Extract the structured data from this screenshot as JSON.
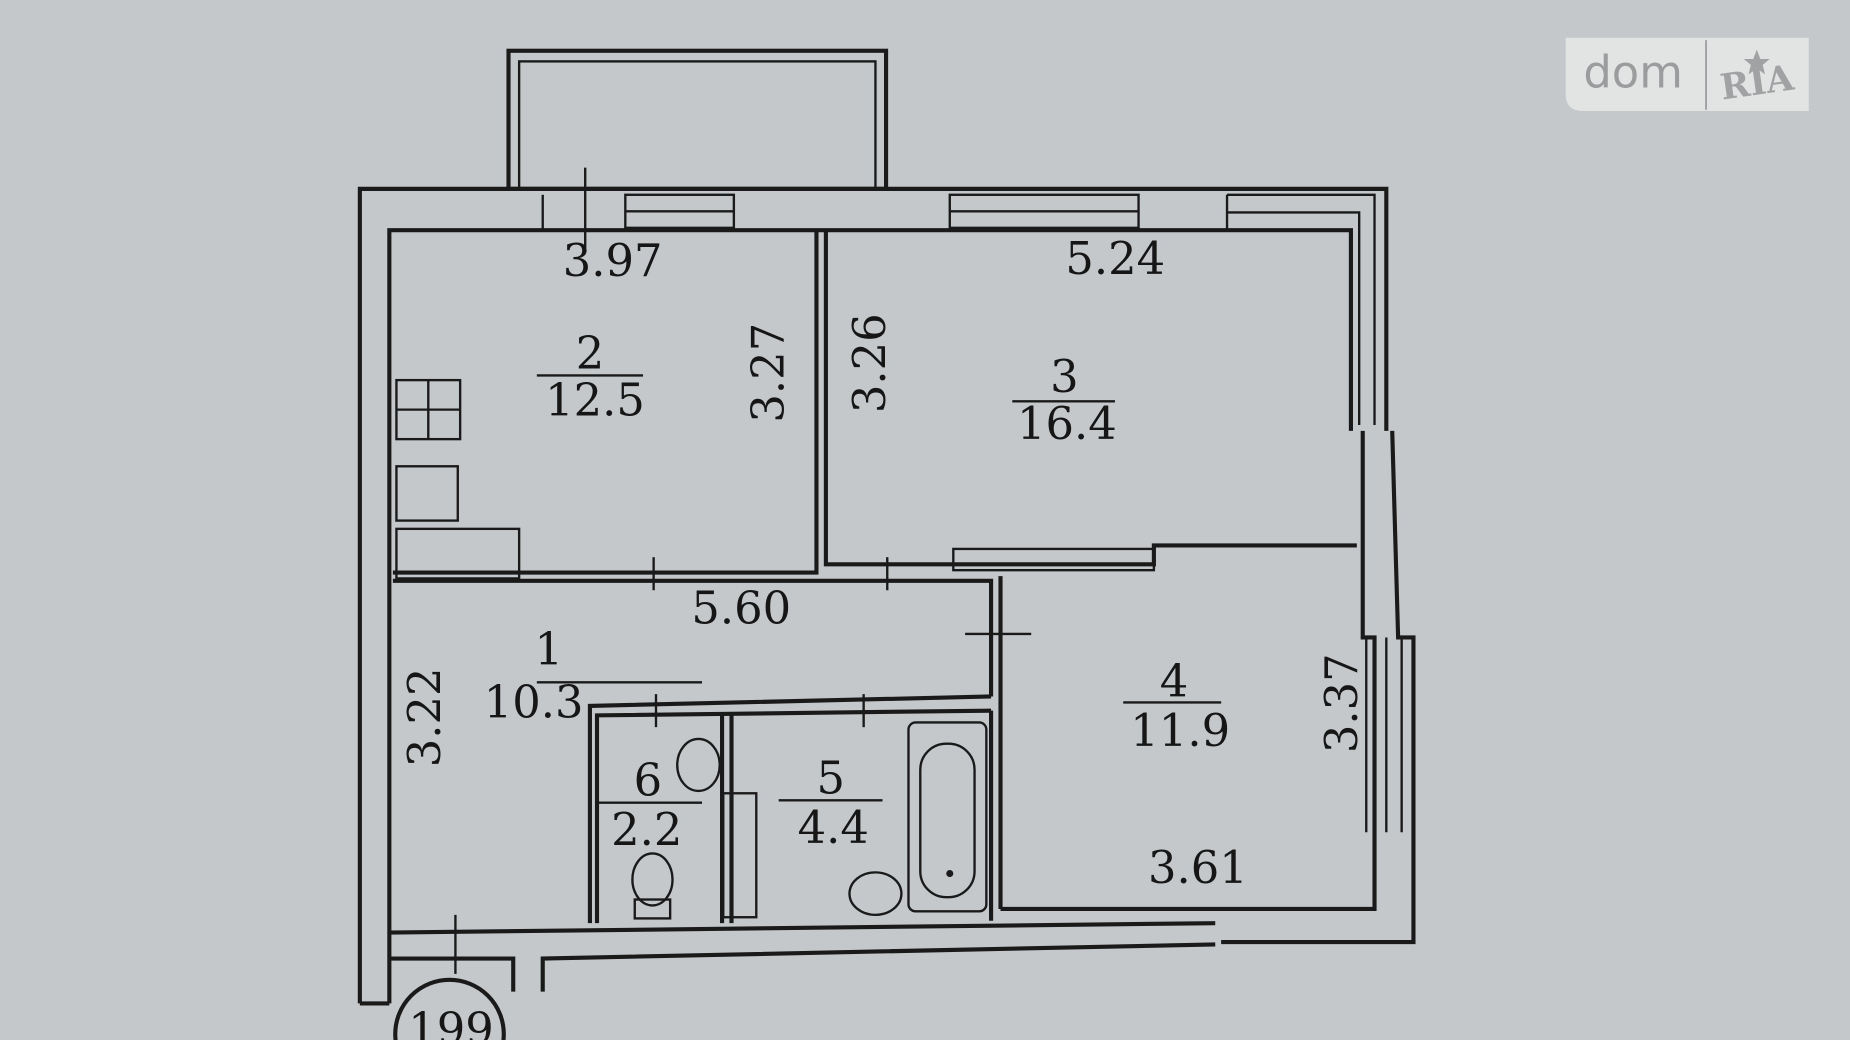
{
  "logo": {
    "left": "dom",
    "right": "RIA"
  },
  "rooms": [
    {
      "number": "1",
      "area": "10.3"
    },
    {
      "number": "2",
      "area": "12.5"
    },
    {
      "number": "3",
      "area": "16.4"
    },
    {
      "number": "4",
      "area": "11.9"
    },
    {
      "number": "5",
      "area": "4.4"
    },
    {
      "number": "6",
      "area": "2.2"
    }
  ],
  "dimensions": {
    "kitchen_width": "3.97",
    "kitchen_depth": "3.27",
    "room3_width": "5.24",
    "room3_depth": "3.26",
    "corridor_length": "5.60",
    "corridor_depth": "3.22",
    "room4_depth": "3.37",
    "room4_width": "3.61"
  },
  "apartment_number": "199",
  "colors": {
    "paper": "#c4c8ca",
    "ink": "#1a1a1a"
  }
}
